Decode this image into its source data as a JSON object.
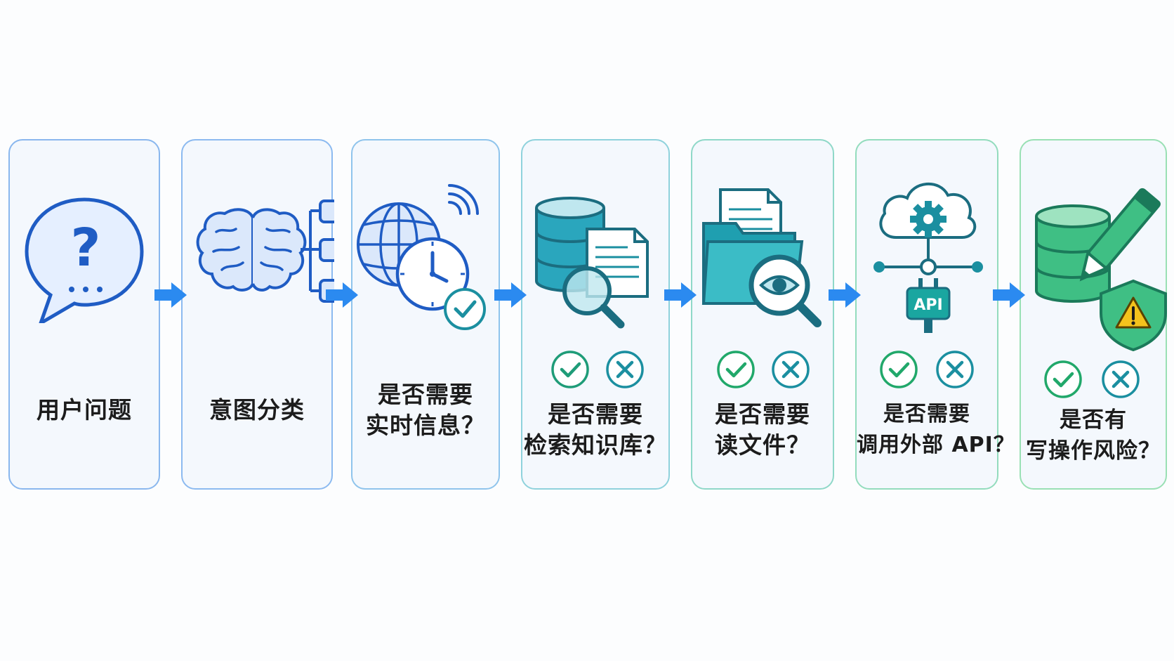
{
  "steps": [
    {
      "title_lines": [
        "用户问题"
      ],
      "icon": "question-bubble-icon"
    },
    {
      "title_lines": [
        "意图分类"
      ],
      "icon": "brain-icon"
    },
    {
      "title_lines": [
        "是否需要",
        "实时信息？"
      ],
      "icon": "globe-clock-icon"
    },
    {
      "title_lines": [
        "是否需要",
        "检索知识库？"
      ],
      "icon": "database-search-icon",
      "options": [
        "check-icon",
        "cross-icon"
      ]
    },
    {
      "title_lines": [
        "是否需要",
        "读文件？"
      ],
      "icon": "folder-eye-icon",
      "options": [
        "check-icon",
        "cross-icon"
      ]
    },
    {
      "title_lines": [
        "是否需要",
        "调用外部 API？"
      ],
      "icon": "cloud-api-icon",
      "api_badge": "API",
      "options": [
        "check-icon",
        "cross-icon"
      ]
    },
    {
      "title_lines": [
        "是否有",
        "写操作风险？"
      ],
      "icon": "database-edit-warning-icon",
      "options": [
        "check-icon",
        "cross-icon"
      ]
    }
  ],
  "colors": {
    "blue": "#1f5cc4",
    "blue_light": "#dbe8fb",
    "teal": "#1b8fa0",
    "teal_light": "#bfe7ef",
    "green": "#21a86a",
    "green_light": "#9ee3c0",
    "arrow": "#2b8af0",
    "warning": "#f4c21c"
  }
}
